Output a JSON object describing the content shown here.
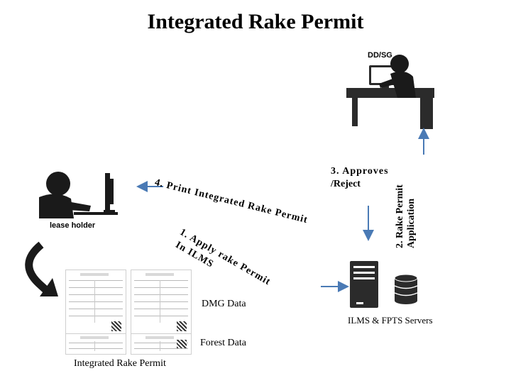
{
  "title": "Integrated Rake Permit",
  "actors": {
    "dd_sg": "DD/SG",
    "lease_holder": "lease holder",
    "servers": "ILMS & FPTS Servers"
  },
  "steps": {
    "step1_line1": "1. Apply rake Permit",
    "step1_line2": "In ILMS",
    "step2_line1": "2. Rake Permit",
    "step2_line2": "Application",
    "step3_line1": "3. Approves",
    "step3_line2": "/Reject",
    "step4": "4. Print Integrated Rake Permit"
  },
  "data_labels": {
    "dmg": "DMG Data",
    "forest": "Forest Data",
    "permit_doc": "Integrated Rake Permit"
  },
  "colors": {
    "arrow": "#4a7ab5",
    "figure": "#1a1a1a",
    "desk": "#2b2b2b"
  }
}
